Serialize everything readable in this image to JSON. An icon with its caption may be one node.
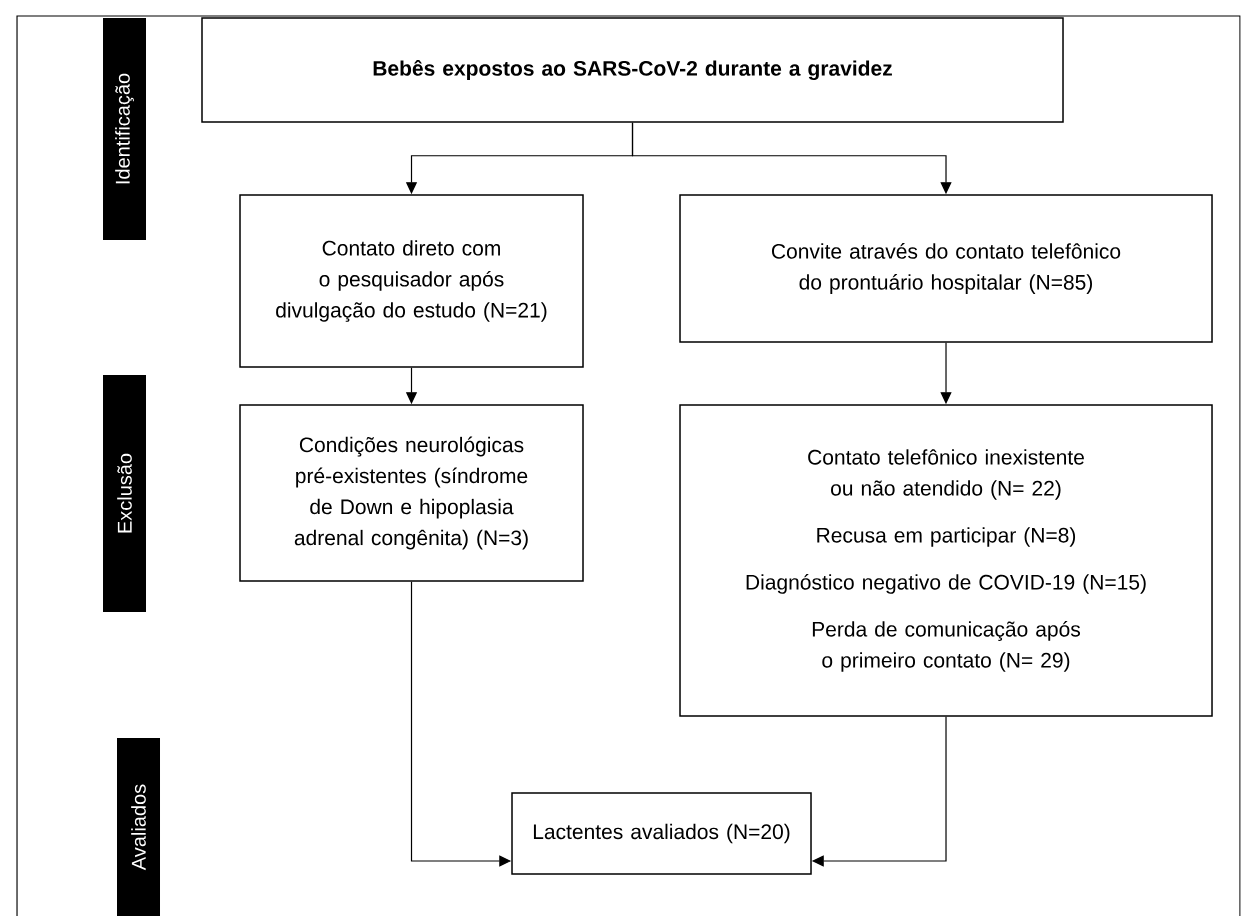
{
  "diagram": {
    "nodes": [
      {
        "text": [
          "Identificação"
        ]
      },
      {
        "text": [
          "Exclusão"
        ]
      },
      {
        "text": [
          "Avaliados"
        ]
      },
      {
        "text": [
          "Bebês expostos ao SARS-CoV-2 durante a gravidez"
        ]
      },
      {
        "text": [
          "Contato direto com o pesquisador após divulgação do estudo (N=21)"
        ]
      },
      {
        "text": [
          "Convite através do contato telefônico do prontuário hospitalar (N=85)"
        ]
      },
      {
        "text": [
          "Condições neurológicas pré-existentes (síndrome de Down e hipoplasia adrenal congênita) (N=3)"
        ]
      },
      {
        "text": [
          "Contato telefônico inexistente ou não atendido (N= 22)",
          "Recusa em participar (N=8)",
          "Diagnóstico negativo de COVID-19 (N=15)",
          "Perda de comunicação após o primeiro contato (N= 29)"
        ]
      },
      {
        "text": [
          "Lactentes avaliados (N=20)"
        ]
      }
    ],
    "edges": [
      {
        "from": 3,
        "to": 4,
        "arrow": "to"
      },
      {
        "from": 3,
        "to": 5,
        "arrow": "to"
      },
      {
        "from": 4,
        "to": 6,
        "arrow": "to"
      },
      {
        "from": 5,
        "to": 7,
        "arrow": "to"
      },
      {
        "from": 6,
        "to": 8,
        "arrow": "to"
      },
      {
        "from": 7,
        "to": 8,
        "arrow": "to"
      }
    ]
  }
}
